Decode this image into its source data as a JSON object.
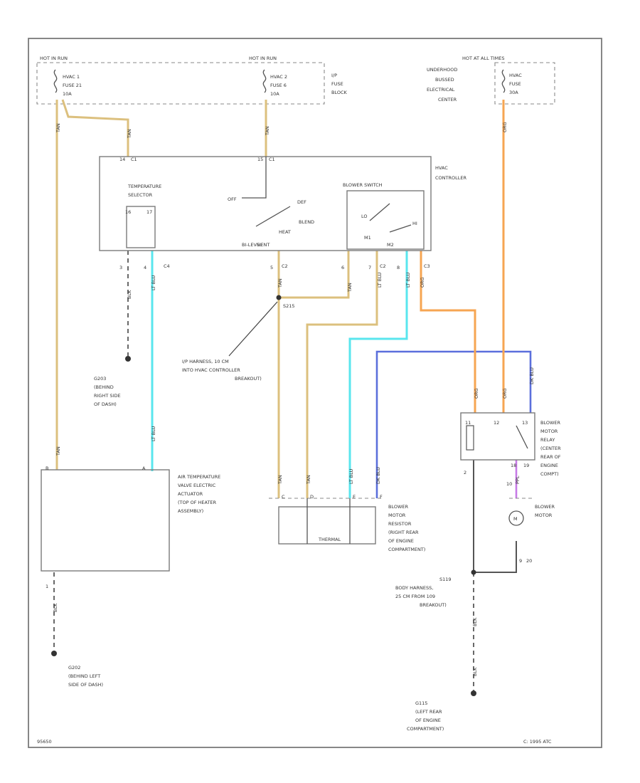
{
  "colors": {
    "tan": "#dcc07e",
    "orange": "#f6a552",
    "cyan": "#59e6ee",
    "blue": "#5b6fdc",
    "violet": "#c77ae6",
    "frame": "#7a7a7a",
    "wire_black": "#555555"
  },
  "labels": {
    "hot_run_1": "HOT IN RUN",
    "hot_run_2": "HOT IN RUN",
    "fuse_a_1": "HVAC 1",
    "fuse_a_2": "FUSE 21",
    "fuse_a_3": "10A",
    "fuse_b_1": "HVAC 2",
    "fuse_b_2": "FUSE 6",
    "fuse_b_3": "10A",
    "ip_fuse_1": "I/P",
    "ip_fuse_2": "FUSE",
    "ip_fuse_3": "BLOCK",
    "hot_all_times": "HOT AT ALL TIMES",
    "ubec_1": "UNDERHOOD",
    "ubec_2": "BUSSED",
    "ubec_3": "ELECTRICAL",
    "ubec_4": "CENTER",
    "fuse_c_1": "HVAC",
    "fuse_c_2": "FUSE",
    "fuse_c_3": "30A",
    "hvac_ctrl_1": "HVAC",
    "hvac_ctrl_2": "CONTROLLER",
    "temp_sel_1": "TEMPERATURE",
    "temp_sel_2": "SELECTOR",
    "blower_switch": "BLOWER SWITCH",
    "def": "DEF",
    "blend": "BLEND",
    "heat": "HEAT",
    "bi_level": "BI-LEVEL",
    "vent": "VENT",
    "off": "OFF",
    "lo": "LO",
    "m1": "M1",
    "m2": "M2",
    "hi": "HI",
    "splice_s215": "S215",
    "ip_harness_1": "I/P HARNESS, 10 CM",
    "ip_harness_2": "INTO HVAC CONTROLLER",
    "ip_harness_3": "BREAKOUT)",
    "g203_1": "G203",
    "g203_2": "(BEHIND",
    "g203_3": "RIGHT SIDE",
    "g203_4": "OF DASH)",
    "air_temp_1": "AIR TEMPERATURE",
    "air_temp_2": "VALVE ELECTRIC",
    "air_temp_3": "ACTUATOR",
    "air_temp_4": "(TOP OF HEATER",
    "air_temp_5": "ASSEMBLY)",
    "g202_1": "G202",
    "g202_2": "(BEHIND LEFT",
    "g202_3": "SIDE OF DASH)",
    "resistor_1": "BLOWER",
    "resistor_2": "MOTOR",
    "resistor_3": "RESISTOR",
    "resistor_4": "(RIGHT REAR",
    "resistor_5": "OF ENGINE",
    "resistor_6": "COMPARTMENT)",
    "thermal": "THERMAL",
    "relay_1": "BLOWER",
    "relay_2": "MOTOR",
    "relay_3": "RELAY",
    "relay_4": "(CENTER",
    "relay_5": "REAR OF",
    "relay_6": "ENGINE",
    "relay_7": "COMPT)",
    "motor_1": "BLOWER",
    "motor_2": "MOTOR",
    "s119_1": "S119",
    "s119_2": "BODY HARNESS,",
    "s119_3": "25 CM FROM 109",
    "s119_4": "BREAKOUT)",
    "g115_1": "G115",
    "g115_2": "(LEFT REAR",
    "g115_3": "OF ENGINE",
    "g115_4": "COMPARTMENT)",
    "code_left": "95650",
    "code_right": "C: 1995 ATC",
    "m_symbol": "M"
  },
  "wires": {
    "tan_1": "TAN",
    "tan_2": "TAN",
    "tan_3": "TAN",
    "tan_4": "TAN",
    "tan_5": "TAN",
    "tan_6": "TAN",
    "tan_7": "TAN",
    "tan_8": "TAN",
    "ltblu_1": "LT BLU",
    "ltblu_2": "LT BLU",
    "ltblu_3": "LT BLU",
    "ltblu_4": "LT BLU",
    "ltblu_5": "LT BLU",
    "dkblu_1": "DK BLU",
    "dkblu_2": "DK BLU",
    "org_1": "ORG",
    "org_2": "ORG",
    "org_3": "ORG",
    "org_4": "ORG",
    "ppl_1": "PPL",
    "blk_1": "BLK",
    "blk_2": "BLK",
    "blk_3": "BLK",
    "blk_4": "BLK"
  },
  "pins": {
    "c1_a": "C1",
    "c1_b": "C1",
    "c2_a": "C2",
    "c2_b": "C2",
    "c3_a": "C3",
    "c4": "C4",
    "pin_a": "A",
    "pin_b": "B",
    "pin_c": "C",
    "pin_d": "D",
    "pin_e": "E",
    "pin_f": "F",
    "pin_1": "1",
    "pin_2": "2",
    "pin_3": "3",
    "pin_4": "4",
    "pin_5": "5",
    "pin_6": "6",
    "pin_7": "7",
    "pin_8": "8",
    "pin_9": "9",
    "pin_10": "10",
    "pin_11": "11",
    "pin_12": "12",
    "pin_13": "13",
    "pin_14": "14",
    "pin_15": "15",
    "pin_16": "16",
    "pin_17": "17",
    "pin_18": "18",
    "pin_19": "19",
    "pin_20": "20"
  }
}
